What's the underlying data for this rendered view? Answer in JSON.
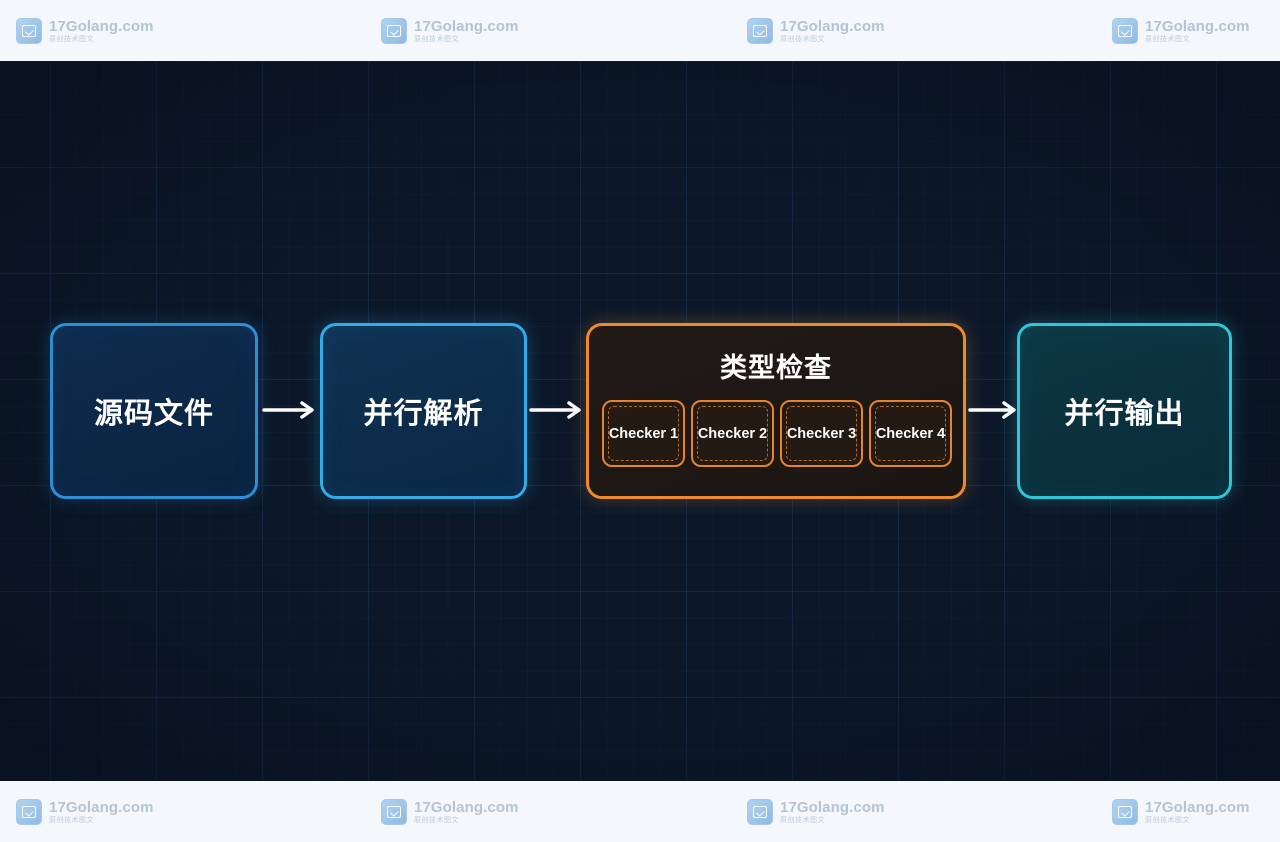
{
  "watermark": {
    "site": "17Golang.com",
    "subtitle": "原创技术图文"
  },
  "diagram": {
    "nodes": [
      {
        "label": "源码文件",
        "color": "#2b8fd6"
      },
      {
        "label": "并行解析",
        "color": "#32abe8"
      },
      {
        "title": "类型检查",
        "color": "#ee8a2e",
        "checkers": [
          "Checker 1",
          "Checker 2",
          "Checker 3",
          "Checker 4"
        ]
      },
      {
        "label": "并行输出",
        "color": "#2cc7d8"
      }
    ],
    "arrow_color": "#ffffff",
    "background": "#0c1829"
  }
}
